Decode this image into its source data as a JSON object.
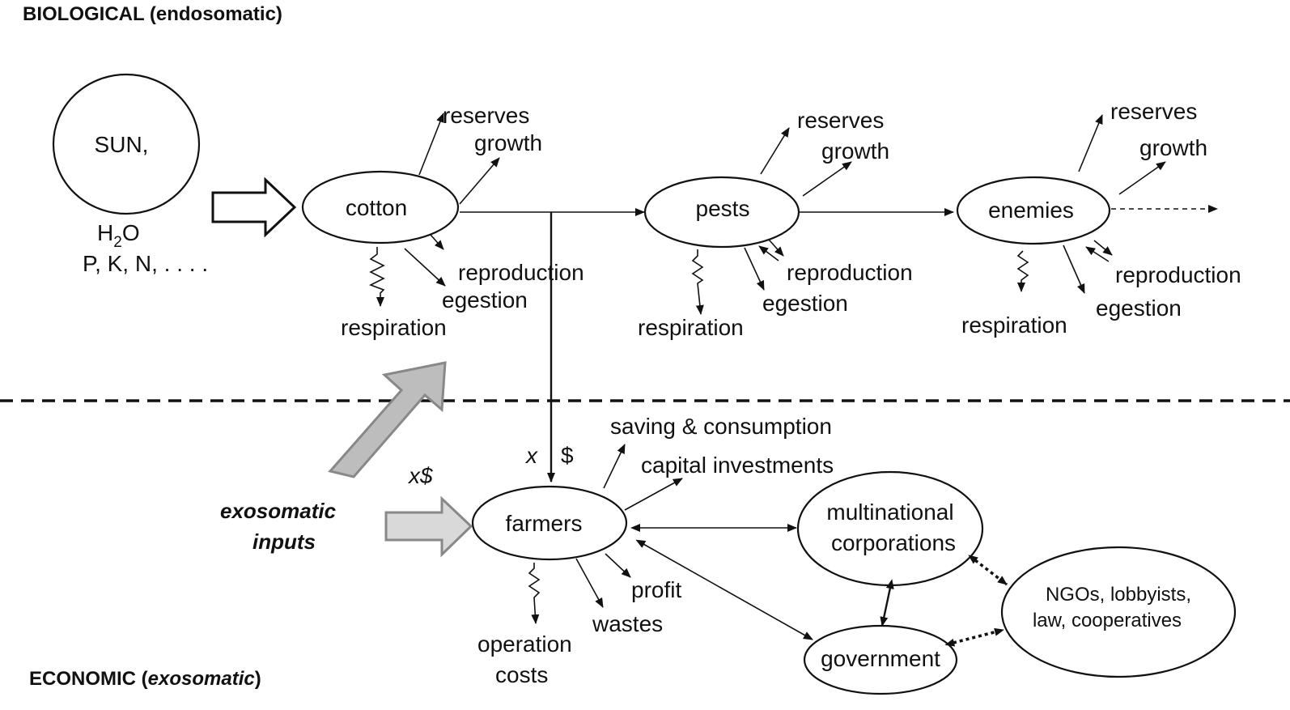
{
  "headers": {
    "biological": "BIOLOGICAL (endosomatic)",
    "economic_prefix": "ECONOMIC (",
    "economic_italic": "exosomatic",
    "economic_suffix": ")"
  },
  "sun": {
    "label": "SUN,",
    "water_main": "H",
    "water_sub": "2",
    "water_end": "O",
    "nutrients": "P, K, N,  . . . ."
  },
  "biological_nodes": {
    "cotton": "cotton",
    "pests": "pests",
    "enemies": "enemies"
  },
  "outputs": {
    "reserves": "reserves",
    "growth": "growth",
    "reproduction": "reproduction",
    "egestion": "egestion",
    "respiration": "respiration"
  },
  "economic_nodes": {
    "farmers": "farmers",
    "multinational_line1": "multinational",
    "multinational_line2": "corporations",
    "government": "government",
    "ngos_line1": "NGOs, lobbyists,",
    "ngos_line2": "law, cooperatives"
  },
  "economic_outputs": {
    "saving": "saving & consumption",
    "capital": "capital investments",
    "profit": "profit",
    "wastes": "wastes",
    "operation_line1": "operation",
    "operation_line2": "costs"
  },
  "money": {
    "x_cotton": "x",
    "dollar_cotton": "$",
    "x_dollar_inputs": "x$"
  },
  "exosomatic": {
    "line1": "exosomatic",
    "line2": "inputs"
  },
  "colors": {
    "stroke": "#111111",
    "hollow_arrow_fill": "#ffffff",
    "large_input_arrow_fill": "#bdbdbd",
    "small_input_arrow_fill": "#d9d9d9"
  }
}
